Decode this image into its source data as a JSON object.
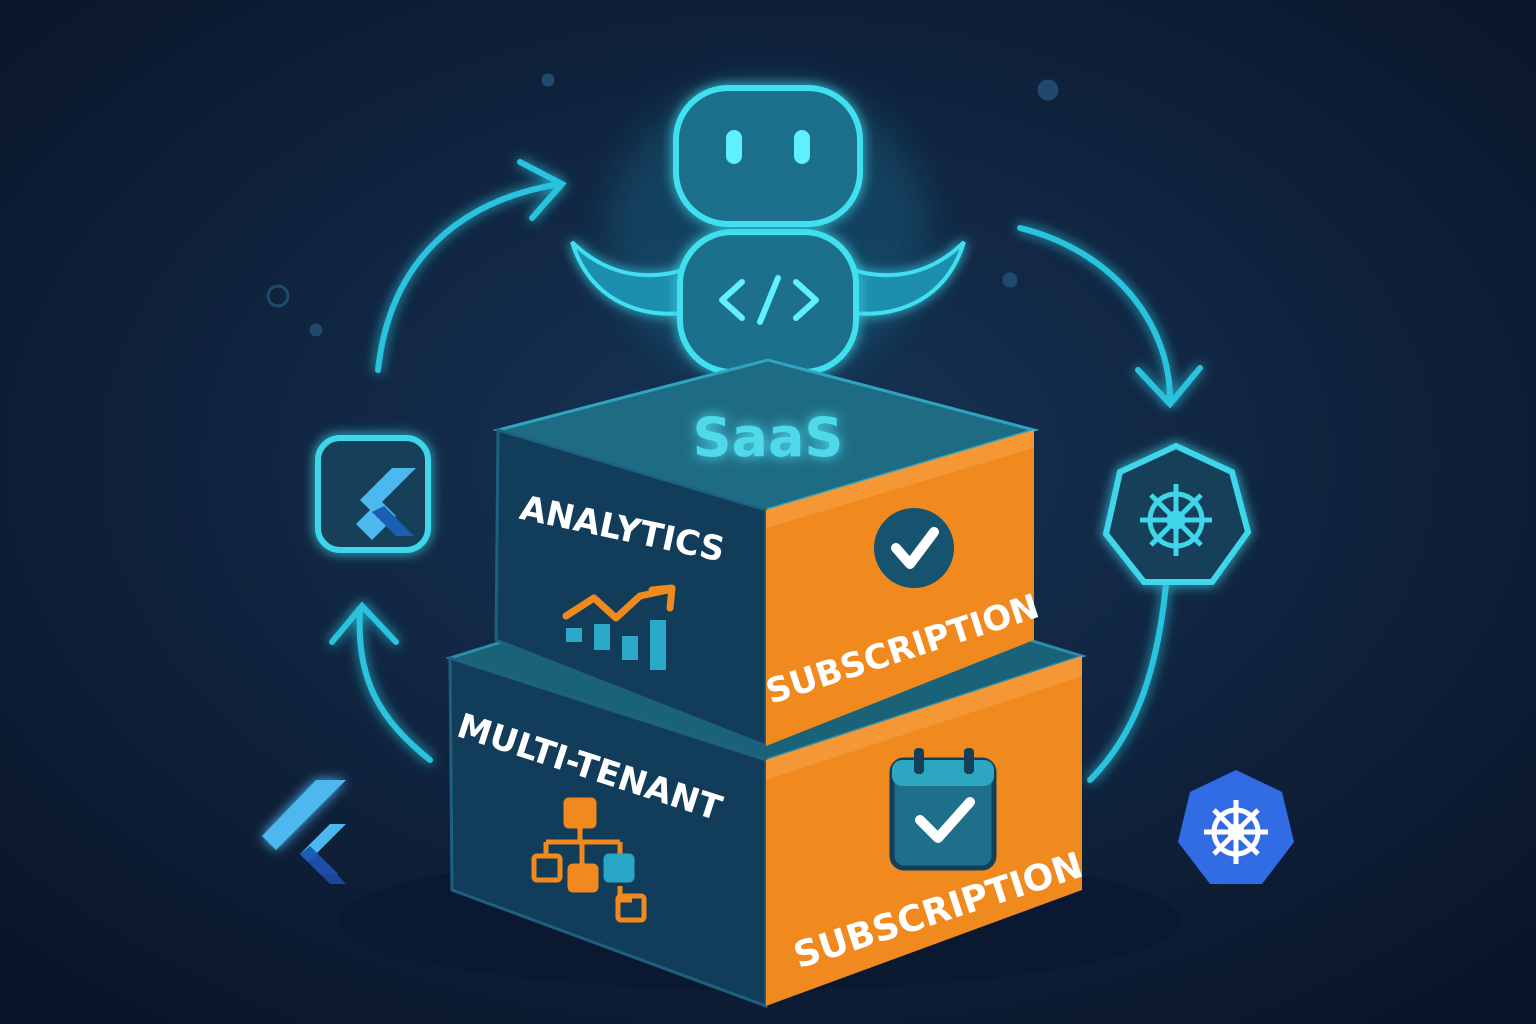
{
  "colors": {
    "background": "#0f2340",
    "background_edge": "#0a1428",
    "neon": "#3fd6ea",
    "neon_glow": "#22b8d8",
    "box_dark": "#123d5a",
    "box_top": "#1d6f86",
    "box_orange": "#f08a1e",
    "box_orange_dark": "#e0761a",
    "label_white": "#ffffff",
    "flutter_light": "#4db7f0",
    "flutter_dark": "#1a5fb4",
    "kubernetes_blue": "#326ce5"
  },
  "robot": {
    "icon": "robot-icon",
    "chest_icon": "code-brackets-icon"
  },
  "top_box": {
    "top_label": "SaaS",
    "left_label": "ANALYTICS",
    "left_icon": "analytics-chart-icon",
    "right_label": "SUBSCRIPTION",
    "right_icon": "checkmark-circle-icon"
  },
  "bottom_box": {
    "left_label": "MULTI-TENANT",
    "left_icon": "hierarchy-icon",
    "right_label": "SUBSCRIPTION",
    "right_icon": "calendar-check-icon"
  },
  "side_icons": {
    "left_tile": "flutter-logo-icon",
    "right_tile": "kubernetes-helm-icon",
    "bottom_left": "flutter-logo-icon",
    "bottom_right": "kubernetes-logo-icon"
  },
  "cycle_arrows": [
    "arrow-top-left-icon",
    "arrow-top-right-icon",
    "arrow-left-up-icon"
  ]
}
